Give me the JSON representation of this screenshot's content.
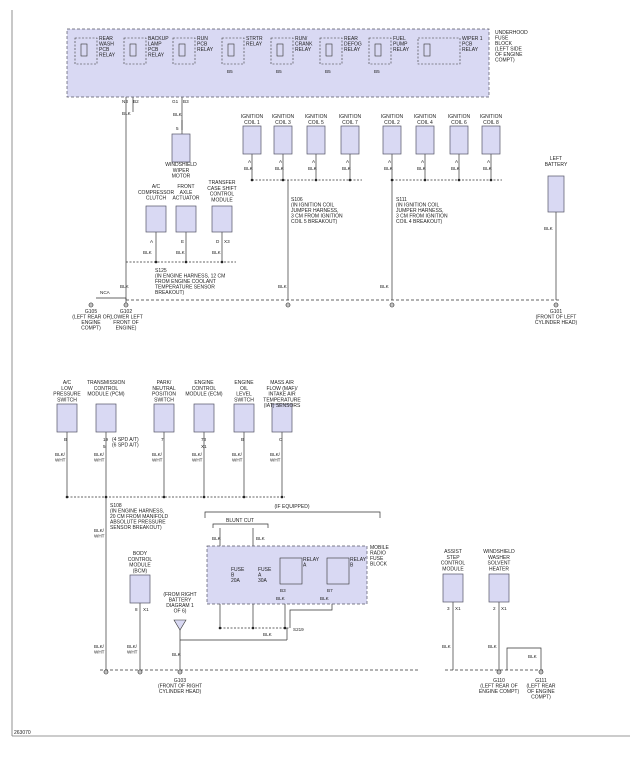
{
  "fuse_block": {
    "label": [
      "UNDERHOOD",
      "FUSE",
      "BLOCK",
      "(LEFT SIDE",
      "OF ENGINE",
      "COMPT)"
    ],
    "relays": [
      {
        "name": "rear-wash",
        "label": [
          "REAR",
          "WASH",
          "PCB",
          "RELAY"
        ]
      },
      {
        "name": "backup-lamp",
        "label": [
          "BACKUP",
          "LAMP",
          "PCB",
          "RELAY"
        ]
      },
      {
        "name": "run",
        "label": [
          "RUN",
          "PCB",
          "RELAY"
        ]
      },
      {
        "name": "strtr",
        "label": [
          "STRTR",
          "RELAY"
        ]
      },
      {
        "name": "run-crank",
        "label": [
          "RUN/",
          "CRANK",
          "RELAY"
        ]
      },
      {
        "name": "rear-defog",
        "label": [
          "REAR",
          "DEFOG",
          "RELAY"
        ]
      },
      {
        "name": "fuel-pump",
        "label": [
          "FUEL",
          "PUMP",
          "RELAY"
        ]
      },
      {
        "name": "wiper-1",
        "label": [
          "WIPER 1",
          "PCB",
          "RELAY"
        ]
      }
    ],
    "pins": {
      "n3": "N3",
      "b2a": "B2",
      "g1": "G1",
      "b3": "B3",
      "b5a": "B5",
      "b5b": "B5",
      "b5c": "B5",
      "b5d": "B5"
    }
  },
  "wire_colors": {
    "blk": "BLK",
    "blkwht": [
      "BLK/",
      "WHT"
    ]
  },
  "upper": {
    "wiper_motor": {
      "pin": "5",
      "label": [
        "WINDSHIELD",
        "WIPER",
        "MOTOR"
      ]
    },
    "ac_clutch": {
      "label": [
        "A/C",
        "COMPRESSOR",
        "CLUTCH"
      ],
      "pin": "A"
    },
    "front_axle": {
      "label": [
        "FRONT",
        "AXLE",
        "ACTUATOR"
      ],
      "pin": "E"
    },
    "transfer_case": {
      "label": [
        "TRANSFER",
        "CASE SHIFT",
        "CONTROL",
        "MODULE"
      ],
      "pins": [
        "D",
        "X3"
      ]
    },
    "coils_left": [
      {
        "label": [
          "IGNITION",
          "COIL 1"
        ],
        "pin": "A"
      },
      {
        "label": [
          "IGNITION",
          "COIL 3"
        ],
        "pin": "A"
      },
      {
        "label": [
          "IGNITION",
          "COIL 5"
        ],
        "pin": "A"
      },
      {
        "label": [
          "IGNITION",
          "COIL 7"
        ],
        "pin": "A"
      }
    ],
    "coils_right": [
      {
        "label": [
          "IGNITION",
          "COIL 2"
        ],
        "pin": "A"
      },
      {
        "label": [
          "IGNITION",
          "COIL 4"
        ],
        "pin": "A"
      },
      {
        "label": [
          "IGNITION",
          "COIL 6"
        ],
        "pin": "A"
      },
      {
        "label": [
          "IGNITION",
          "COIL 8"
        ],
        "pin": "A"
      }
    ],
    "left_battery": {
      "label": [
        "LEFT",
        "BATTERY"
      ]
    },
    "s106": [
      "S106",
      "(IN IGNITION COIL",
      "JUMPER HARNESS,",
      "3 CM FROM IGNITION",
      "COIL 5 BREAKOUT)"
    ],
    "s111": [
      "S111",
      "(IN IGNITION COIL",
      "JUMPER HARNESS,",
      "3 CM FROM IGNITION",
      "COIL 4 BREAKOUT)"
    ],
    "s125": [
      "S125",
      "(IN ENGINE HARNESS, 12 CM",
      "FROM ENGINE COOLANT",
      "TEMPERATURE SENSOR",
      "BREAKOUT)"
    ],
    "nca": "NCA",
    "g105": [
      "G105",
      "(LEFT REAR OF",
      "ENGINE",
      "COMPT)"
    ],
    "g102": [
      "G102",
      "(LOWER LEFT",
      "FRONT OF",
      "ENGINE)"
    ],
    "g101": [
      "G101",
      "(FRONT OF LEFT",
      "CYLINDER HEAD)"
    ]
  },
  "lower": {
    "components": [
      {
        "label": [
          "A/C",
          "LOW",
          "PRESSURE",
          "SWITCH"
        ],
        "pin": "B"
      },
      {
        "label": [
          "TRANSMISSION",
          "CONTROL",
          "MODULE (PCM)"
        ],
        "pin": "19",
        "pin2": "5",
        "notes": [
          "(4 SPD A/T)",
          "(6 SPD A/T)"
        ]
      },
      {
        "label": [
          "PARK/",
          "NEUTRAL",
          "POSITION",
          "SWITCH"
        ],
        "pin": "7"
      },
      {
        "label": [
          "ENGINE",
          "CONTROL",
          "MODULE (ECM)"
        ],
        "pin": "73",
        "pin2": "X1"
      },
      {
        "label": [
          "ENGINE",
          "OIL",
          "LEVEL",
          "SWITCH"
        ],
        "pin": "B"
      },
      {
        "label": [
          "MASS AIR",
          "FLOW (MAF)/",
          "INTAKE AIR",
          "TEMPERATURE",
          "(IAT) SENSORS"
        ],
        "pin": "C"
      }
    ],
    "s108": [
      "S108",
      "(IN ENGINE HARNESS,",
      "20 CM FROM MANIFOLD",
      "ABSOLUTE PRESSURE",
      "SENSOR BREAKOUT)"
    ],
    "if_equipped": "(IF EQUIPPED)",
    "blunt_cut": "BLUNT CUT",
    "radio_fuse_block": [
      "MOBILE",
      "RADIO",
      "FUSE",
      "BLOCK"
    ],
    "fuse_b": [
      "FUSE",
      "B",
      "20A"
    ],
    "fuse_a": [
      "FUSE",
      "A",
      "30A"
    ],
    "relay_a": [
      "RELAY",
      "A"
    ],
    "relay_b": [
      "RELAY",
      "B"
    ],
    "pins_b3_b7": [
      "B3",
      "B7"
    ],
    "s219": "S219",
    "bcm": {
      "label": [
        "BODY",
        "CONTROL",
        "MODULE",
        "(BCM)"
      ],
      "pins": [
        "8",
        "X1"
      ]
    },
    "battery_ref": [
      "(FROM RIGHT",
      "BATTERY",
      "DIAGRAM 1",
      "OF 6)"
    ],
    "assist_step": {
      "label": [
        "ASSIST",
        "STEP",
        "CONTROL",
        "MODULE"
      ],
      "pins": [
        "3",
        "X1"
      ]
    },
    "washer_heater": {
      "label": [
        "WINDSHIELD",
        "WASHER",
        "SOLVENT",
        "HEATER"
      ],
      "pins": [
        "2",
        "X1"
      ]
    },
    "g103": [
      "G103",
      "(FRONT OF RIGHT",
      "CYLINDER HEAD)"
    ],
    "g110": [
      "G110",
      "(LEFT REAR OF",
      "ENGINE COMPT)"
    ],
    "g111": [
      "G111",
      "(LEFT REAR",
      "OF ENGINE",
      "COMPT)"
    ]
  },
  "figure_id": "263070",
  "colors": {
    "component_fill": "#d9d9f3",
    "component_stroke": "#555566",
    "wire": "#333333"
  }
}
